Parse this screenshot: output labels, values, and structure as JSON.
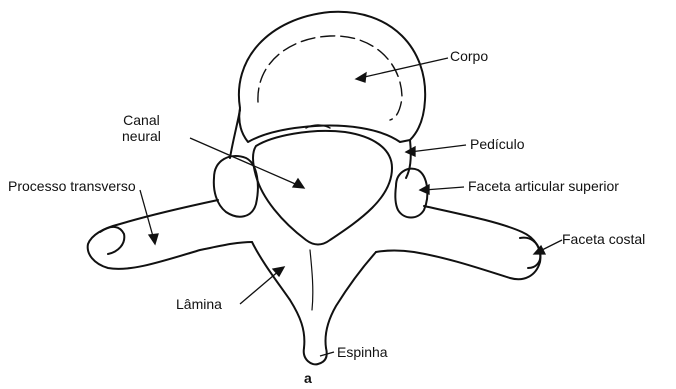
{
  "figure": {
    "panel_letter": "a",
    "labels": {
      "corpo": "Corpo",
      "canal_neural": "Canal\nneural",
      "pediculo": "Pedículo",
      "processo_transverso": "Processo transverso",
      "faceta_articular_superior": "Faceta articular superior",
      "faceta_costal": "Faceta costal",
      "lamina": "Lâmina",
      "espinha": "Espinha"
    }
  }
}
